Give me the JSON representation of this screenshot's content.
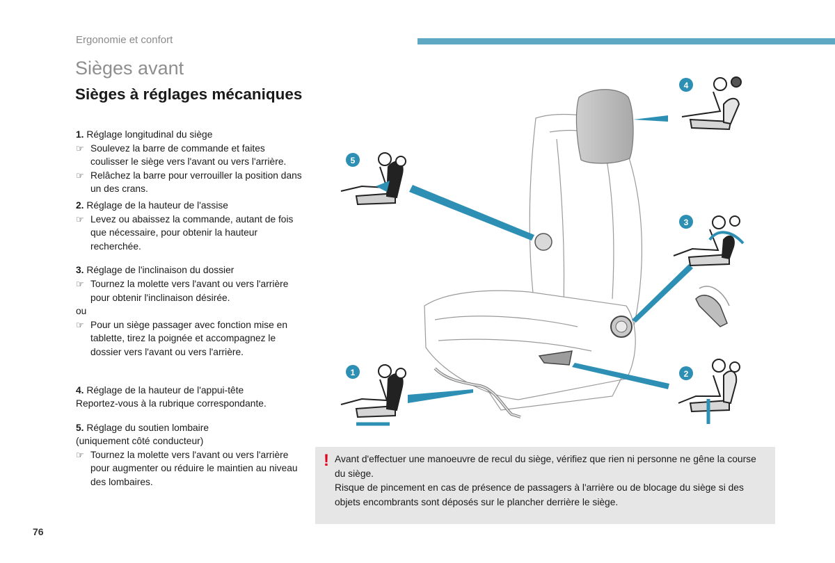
{
  "header": {
    "section": "Ergonomie et confort",
    "title": "Sièges avant",
    "subtitle": "Sièges à réglages mécaniques"
  },
  "sections": {
    "s1": {
      "number": "1.",
      "title": "Réglage longitudinal du siège",
      "steps": [
        "Soulevez la barre de commande et faites coulisser le siège vers l'avant ou vers l'arrière.",
        "Relâchez la barre pour verrouiller la position dans un des crans."
      ]
    },
    "s2": {
      "number": "2.",
      "title": "Réglage de la hauteur de l'assise",
      "steps": [
        "Levez ou abaissez la commande, autant de fois que nécessaire, pour obtenir la hauteur recherchée."
      ]
    },
    "s3": {
      "number": "3.",
      "title": "Réglage de l'inclinaison du dossier",
      "steps": [
        "Tournez la molette vers l'avant ou vers l'arrière pour obtenir l'inclinaison désirée.",
        "Pour un siège passager avec fonction mise en tablette, tirez la poignée et accompagnez le dossier vers l'avant ou vers l'arrière."
      ],
      "or": "ou"
    },
    "s4": {
      "number": "4.",
      "title": "Réglage de la hauteur de l'appui-tête",
      "text": "Reportez-vous à la rubrique correspondante."
    },
    "s5": {
      "number": "5.",
      "title": "Réglage du soutien lombaire",
      "note": "(uniquement côté conducteur)",
      "steps": [
        "Tournez la molette vers l'avant ou vers l'arrière pour augmenter ou réduire le maintien au niveau des lombaires."
      ]
    }
  },
  "bullet_icon": "finger-pointing-icon",
  "figure": {
    "callouts": [
      "1",
      "2",
      "3",
      "4",
      "5"
    ]
  },
  "warning": {
    "icon": "!",
    "line1": "Avant d'effectuer une manoeuvre de recul du siège, vérifiez que rien ni personne ne gêne la course du siège.",
    "line2": "Risque de pincement en cas de présence de passagers à l'arrière ou de blocage du siège si des objets encombrants sont déposés sur le plancher derrière le siège."
  },
  "page_number": "76",
  "colors": {
    "accent": "#5fa8c4",
    "callout": "#2d8fb4",
    "warning_mark": "#e2001a",
    "warning_bg": "#e6e6e6"
  }
}
